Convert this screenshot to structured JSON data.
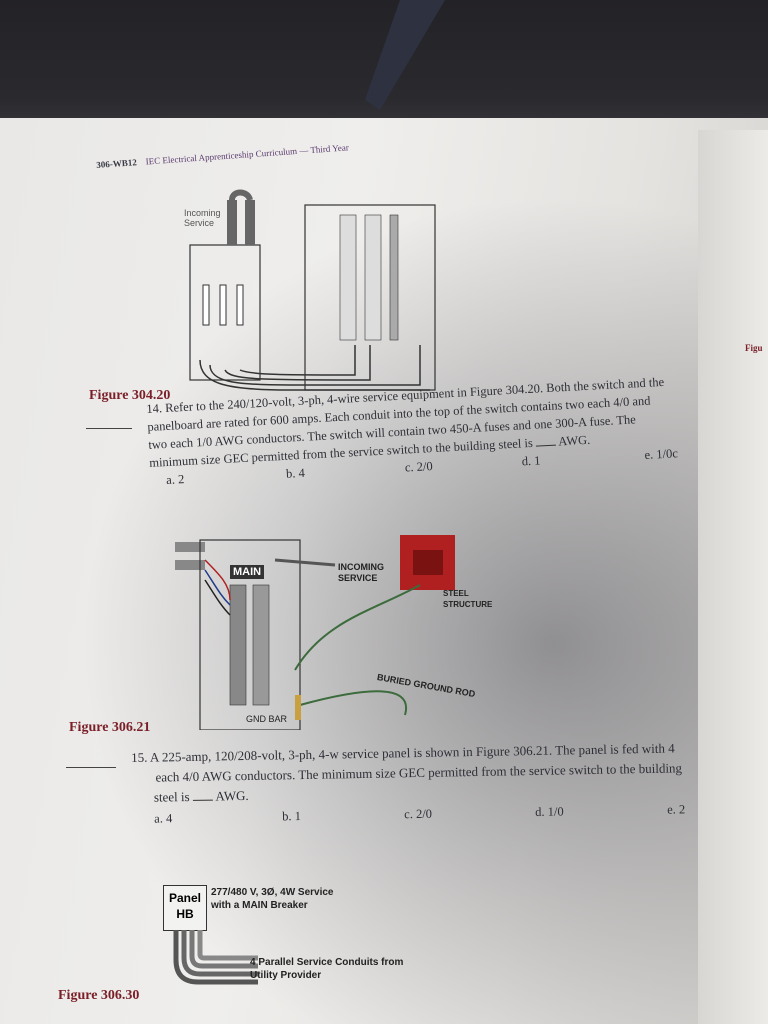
{
  "header": {
    "code": "306-WB12",
    "title": "IEC Electrical Apprenticeship Curriculum — Third Year"
  },
  "figure1": {
    "label": "Figure 304.20",
    "incoming_service": "Incoming Service"
  },
  "question14": {
    "number": "14.",
    "text_line1": "Refer to the 240/120-volt, 3-ph, 4-wire service equipment in Figure 304.20. Both the switch and the",
    "text_line2": "panelboard are rated for 600 amps. Each conduit into the top of the switch contains two each 4/0 and",
    "text_line3": "two each 1/0 AWG conductors. The switch will contain two 450-A fuses and one 300-A fuse. The",
    "text_line4a": "minimum size GEC permitted from the service switch to the building steel is",
    "text_line4b": "AWG.",
    "choices": [
      "a. 2",
      "b. 4",
      "c. 2/0",
      "d. 1",
      "e. 1/0c"
    ]
  },
  "figure2": {
    "label": "Figure 306.21",
    "main": "MAIN",
    "incoming_service": "INCOMING SERVICE",
    "steel_structure": "STEEL STRUCTURE",
    "buried_ground_rod": "BURIED GROUND ROD",
    "gnd_bar": "GND BAR"
  },
  "question15": {
    "number": "15.",
    "text_line1": "A 225-amp, 120/208-volt, 3-ph, 4-w service panel is shown in Figure 306.21. The panel is fed with 4",
    "text_line2": "each 4/0 AWG conductors. The minimum size GEC permitted from the service switch to the building",
    "text_line3a": "steel is",
    "text_line3b": "AWG.",
    "choices": [
      "a. 4",
      "b. 1",
      "c. 2/0",
      "d. 1/0",
      "e. 2"
    ]
  },
  "figure3": {
    "label": "Figure 306.30",
    "panel_label": "Panel HB",
    "service_text": "277/480 V, 3Ø, 4W Service with a MAIN Breaker",
    "conduits_text": "4 Parallel Service Conduits from Utility Provider"
  },
  "edge_label": "Figu",
  "colors": {
    "figure_label": "#7a1f28",
    "steel": "#b02020",
    "ground_wire": "#3c6b3c"
  }
}
